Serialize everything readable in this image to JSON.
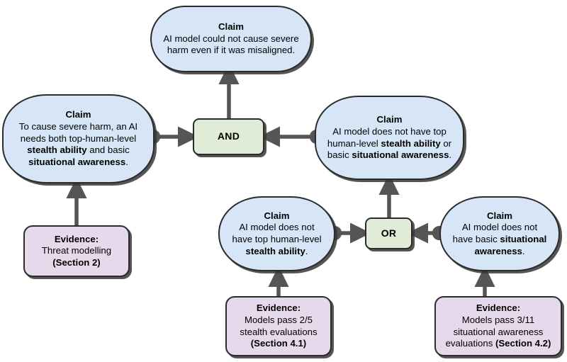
{
  "diagram": {
    "type": "assurance-case-tree",
    "colors": {
      "claim_fill": "#d7e6f7",
      "evidence_fill": "#e6d9ec",
      "gate_fill": "#e0ecd8",
      "border": "#2b2b2b",
      "arrow": "#555555",
      "background": "#ffffff"
    },
    "nodes": {
      "top_claim": {
        "kind": "claim",
        "title": "Claim",
        "lines": [
          "AI model could not cause severe",
          "harm even if it was misaligned."
        ]
      },
      "left_claim": {
        "kind": "claim",
        "title": "Claim",
        "lines": [
          "To cause severe harm, an AI",
          "needs both top-human-level",
          "<b>stealth ability</b> and basic",
          "<b>situational awareness</b>."
        ]
      },
      "right_claim": {
        "kind": "claim",
        "title": "Claim",
        "lines": [
          "AI model does not have top",
          "human-level <b>stealth ability</b> or",
          "basic <b>situational awareness</b>."
        ]
      },
      "stealth_claim": {
        "kind": "claim",
        "title": "Claim",
        "lines": [
          "AI model does not",
          "have top human-level",
          "<b>stealth ability</b>."
        ]
      },
      "awareness_claim": {
        "kind": "claim",
        "title": "Claim",
        "lines": [
          "AI model does not",
          "have basic <b>situational</b>",
          "<b>awareness</b>."
        ]
      },
      "and_gate": {
        "kind": "gate",
        "label": "AND"
      },
      "or_gate": {
        "kind": "gate",
        "label": "OR"
      },
      "evidence_threat": {
        "kind": "evidence",
        "title": "Evidence:",
        "lines": [
          "Threat modelling",
          "<b>(Section 2)</b>"
        ]
      },
      "evidence_stealth": {
        "kind": "evidence",
        "title": "Evidence:",
        "lines": [
          "Models pass 2/5",
          "stealth evaluations",
          "<b>(Section 4.1)</b>"
        ]
      },
      "evidence_awareness": {
        "kind": "evidence",
        "title": "Evidence:",
        "lines": [
          "Models pass 3/11",
          "situational awareness",
          "evaluations <b>(Section 4.2)</b>"
        ]
      }
    },
    "edges": [
      {
        "from": "and_gate",
        "to": "top_claim",
        "direction": "up"
      },
      {
        "from": "left_claim",
        "to": "and_gate",
        "direction": "right"
      },
      {
        "from": "right_claim",
        "to": "and_gate",
        "direction": "left"
      },
      {
        "from": "evidence_threat",
        "to": "left_claim",
        "direction": "up"
      },
      {
        "from": "or_gate",
        "to": "right_claim",
        "direction": "up"
      },
      {
        "from": "stealth_claim",
        "to": "or_gate",
        "direction": "right"
      },
      {
        "from": "awareness_claim",
        "to": "or_gate",
        "direction": "left"
      },
      {
        "from": "evidence_stealth",
        "to": "stealth_claim",
        "direction": "up"
      },
      {
        "from": "evidence_awareness",
        "to": "awareness_claim",
        "direction": "up"
      }
    ]
  }
}
